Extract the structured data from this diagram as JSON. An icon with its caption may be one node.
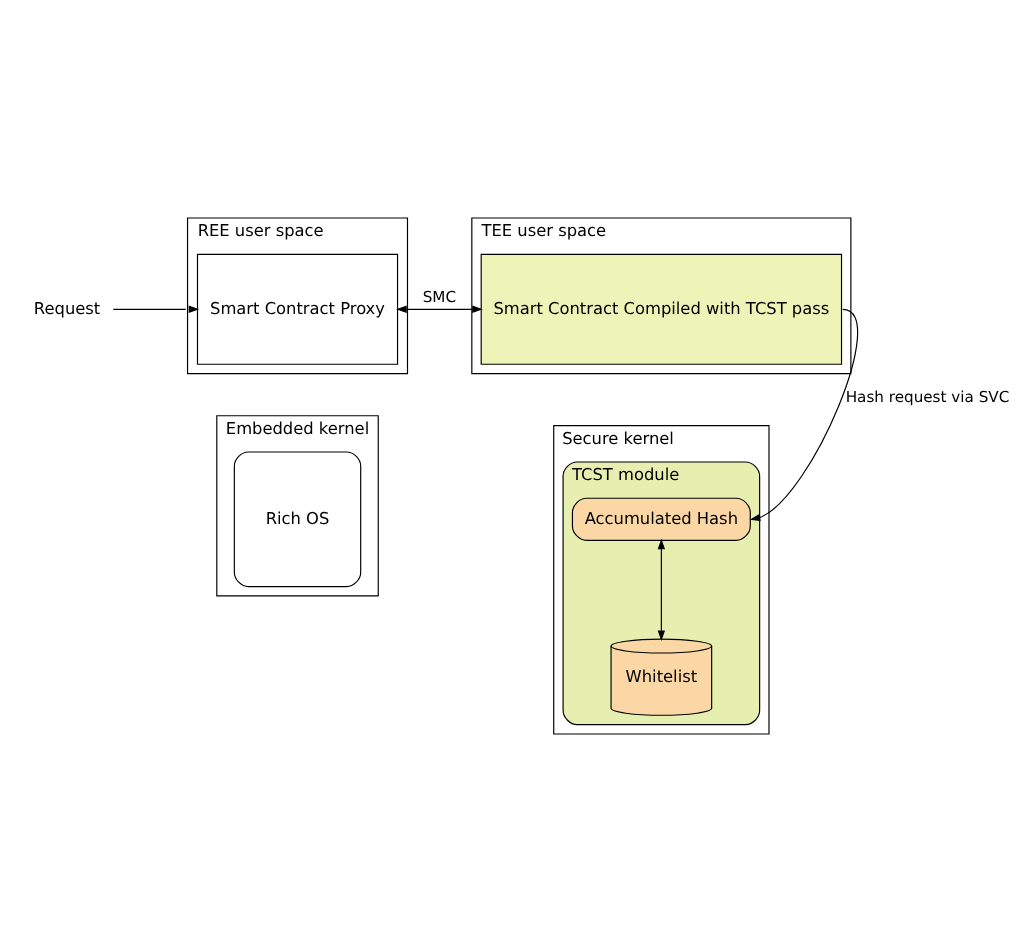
{
  "diagram": {
    "nodes": [
      {
        "text": [
          "REE user space"
        ]
      },
      {
        "text": [
          "Smart Contract Proxy"
        ],
        "in": 0
      },
      {
        "text": [
          "TEE user space"
        ]
      },
      {
        "text": [
          "Smart Contract Compiled with TCST pass"
        ],
        "in": 2
      },
      {
        "text": [
          "Embedded kernel"
        ]
      },
      {
        "text": [
          "Rich OS"
        ],
        "in": 4
      },
      {
        "text": [
          "Secure kernel"
        ]
      },
      {
        "text": [
          "TCST module"
        ],
        "in": 6
      },
      {
        "text": [
          "Accumulated Hash"
        ],
        "in": 7
      },
      {
        "text": [
          "Whitelist"
        ],
        "in": 7
      },
      {
        "text": [
          "Request"
        ]
      }
    ],
    "edges": [
      {
        "from": 10,
        "to": 1,
        "arrow": "to"
      },
      {
        "from": 1,
        "to": 3,
        "arrow": "both",
        "label": "SMC"
      },
      {
        "from": 3,
        "to": 8,
        "arrow": "to",
        "label": "Hash request via SVC"
      },
      {
        "from": 8,
        "to": 9,
        "arrow": "both"
      }
    ]
  }
}
